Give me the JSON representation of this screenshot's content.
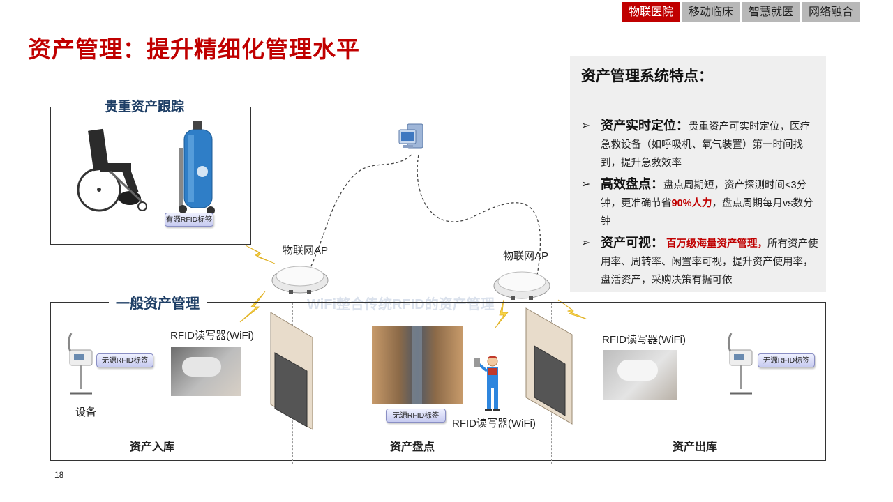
{
  "nav": {
    "tabs": [
      "物联医院",
      "移动临床",
      "智慧就医",
      "网络融合"
    ],
    "active_index": 0
  },
  "title": "资产管理：提升精细化管理水平",
  "panel": {
    "title": "资产管理系统特点：",
    "features": [
      {
        "head": "资产实时定位：",
        "text": "贵重资产可实时定位，医疗急救设备（如呼吸机、氧气装置）第一时间找到，提升急救效率"
      },
      {
        "head": "高效盘点：",
        "text_before": "盘点周期短，资产探测时间<3分钟，更准确节省",
        "highlight": "90%人力",
        "text_after": "，盘点周期每月vs数分钟"
      },
      {
        "head": "资产可视：",
        "highlight": "百万级海量资产管理，",
        "text": "所有资产使用率、周转率、闲置率可视，提升资产使用率，盘活资产，采购决策有据可依"
      }
    ]
  },
  "top_box": {
    "label": "贵重资产跟踪",
    "tag": "有源RFID标签"
  },
  "bottom_box": {
    "label": "一般资产管理"
  },
  "watermark": "WiFi整合传统RFID的资产管理",
  "ap_labels": [
    "物联网AP",
    "物联网AP"
  ],
  "left_section": {
    "reader_label": "RFID读写器(WiFi)",
    "tag": "无源RFID标签",
    "device_label": "设备",
    "stage": "资产入库"
  },
  "middle_section": {
    "tag": "无源RFID标签",
    "reader_label": "RFID读写器(WiFi)",
    "stage": "资产盘点"
  },
  "right_section": {
    "reader_label": "RFID读写器(WiFi)",
    "tag": "无源RFID标签",
    "stage": "资产出库"
  },
  "page_number": "18",
  "colors": {
    "accent": "#c00000",
    "nav_inactive": "#b8b8b8",
    "label_blue": "#1f3f66",
    "panel_bg": "#efefef"
  }
}
